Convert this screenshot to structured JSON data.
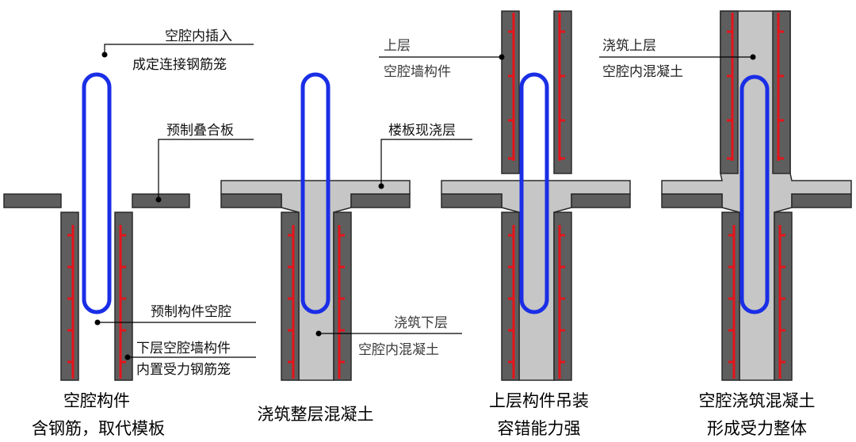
{
  "labels": {
    "p1_insert": [
      "空腔内插入",
      "成定连接钢筋笼"
    ],
    "p1_slab": "预制叠合板",
    "p1_cavity": "预制构件空腔",
    "p1_lower": [
      "下层空腔墙构件",
      "内置受力钢筋笼"
    ],
    "p2_castlayer": "楼板现浇层",
    "p2_lower": [
      "浇筑下层",
      "空腔内混凝土"
    ],
    "p3_upper": [
      "上层",
      "空腔墙构件"
    ],
    "p4_upper": [
      "浇筑上层",
      "空腔内混凝土"
    ]
  },
  "captions": {
    "p1": [
      "空腔构件",
      "含钢筋，取代模板"
    ],
    "p2": [
      "浇筑整层混凝土"
    ],
    "p3": [
      "上层构件吊装",
      "容错能力强"
    ],
    "p4": [
      "空腔浇筑混凝土",
      "形成受力整体"
    ]
  },
  "colors": {
    "wall": "#5e5e5e",
    "concrete": "#c6c6c6",
    "cage": "#1a2ee6",
    "rebar": "#e5141b"
  }
}
